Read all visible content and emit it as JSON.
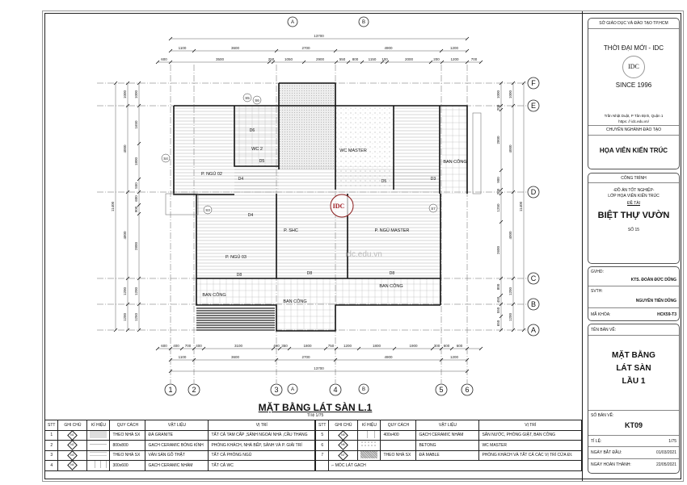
{
  "drawing": {
    "title": "MẶT BẰNG LÁT SÀN L.1",
    "scale": "Tỉ lệ 1/75",
    "axes_x": [
      "1",
      "2",
      "3",
      "4",
      "5",
      "6"
    ],
    "axes_y": [
      "F",
      "E",
      "D",
      "C",
      "B",
      "A"
    ],
    "sections": [
      "A",
      "B"
    ],
    "dims_top": {
      "total": "13700",
      "mid": [
        "1100",
        "3600",
        "2700",
        "4900",
        "1200"
      ],
      "detail": [
        "600",
        "3500",
        "250",
        "1050",
        "2900",
        "550",
        "800",
        "1150",
        "100",
        "2000",
        "200",
        "1200",
        "700"
      ]
    },
    "dims_bottom": {
      "total": "13700",
      "mid": [
        "1100",
        "3600",
        "2700",
        "4900",
        "1200"
      ],
      "detail": [
        "600",
        "400",
        "700",
        "400",
        "3100",
        "400",
        "350",
        "1800",
        "750",
        "1200",
        "1800",
        "1900",
        "300",
        "600",
        "600"
      ]
    },
    "dims_left": {
      "total": "11400",
      "mid": [
        "1000",
        "4000",
        "4800",
        "1200",
        "1200"
      ],
      "detail": [
        "1000",
        "1650",
        "1800",
        "550",
        "600",
        "900",
        "2800",
        "1200",
        "1250"
      ]
    },
    "dims_right": {
      "total": "11400",
      "mid": [
        "1000",
        "4000",
        "4000",
        "1200",
        "1200"
      ],
      "detail": [
        "1000",
        "200",
        "2800",
        "900",
        "200",
        "1250",
        "2600",
        "800",
        "450",
        "550",
        "650"
      ]
    },
    "rooms": [
      "P. NGỦ 02",
      "WC 2",
      "WC MASTER",
      "BAN CÔNG",
      "P. NGỦ 03",
      "P. SHC",
      "P. NGỦ MASTER",
      "BAN CÔNG",
      "BAN CÔNG",
      "BAN CÔNG"
    ],
    "doors": [
      "D4",
      "D5",
      "D6",
      "D5",
      "D3",
      "D4",
      "D8",
      "D8",
      "D8"
    ],
    "tags": [
      "S6",
      "S5",
      "S4",
      "S3",
      "S7"
    ],
    "watermark": "idc.edu.vn",
    "logo": "IDC"
  },
  "legend": {
    "headers": [
      "STT",
      "GHI CHÚ",
      "KÍ HIỆU",
      "QUY CÁCH",
      "VẬT LIỆU",
      "VỊ TRÍ"
    ],
    "rows": [
      {
        "stt": "1",
        "code": "N1",
        "spec": "THEO NHÀ SX",
        "material": "ĐÁ GRANITE",
        "location": "TẤT CẢ TAM CẤP ,SẢNH NGOÀI NHÀ ,CẦU THANG"
      },
      {
        "stt": "2",
        "code": "N2",
        "spec": "800x800",
        "material": "GẠCH CERAMIC BÓNG KÍNH",
        "location": "PHÒNG KHÁCH, NHÀ BẾP, SẢNH VÀ P. GIẢI TRÍ"
      },
      {
        "stt": "3",
        "code": "N3",
        "spec": "THEO NHÀ SX",
        "material": "VÁN SÀN GỖ THẬT",
        "location": "TẤT CẢ PHÒNG NGỦ"
      },
      {
        "stt": "4",
        "code": "N4",
        "spec": "300x600",
        "material": "GẠCH CERAMIC NHÁM",
        "location": "TẤT CẢ WC"
      },
      {
        "stt": "5",
        "code": "N5",
        "spec": "400x400",
        "material": "GẠCH CERAMIC NHÁM",
        "location": "SÂN NƯỚC, PHÒNG GIẶT, BAN CÔNG"
      },
      {
        "stt": "6",
        "code": "N6",
        "spec": "",
        "material": "BETONG",
        "location": "WC MASTER"
      },
      {
        "stt": "7",
        "code": "N7",
        "spec": "THEO NHÀ SX",
        "material": "ĐÁ MABLE",
        "location": "PHÒNG KHÁCH VÀ TẤT CẢ CÁC VỊ TRÍ CỬA ĐI."
      }
    ],
    "note": "MÓC LÁT GẠCH"
  },
  "title_block": {
    "dept": "SỞ GIÁO DỤC VÀ ĐÀO TẠO TP.HCM",
    "company": "THỜI ĐẠI MỚI - IDC",
    "logo": "IDC",
    "since": "SINCE 1996",
    "address": "Trần Nhật Duật, P Tân Định, Quận 1",
    "website": "https: // idc.edu.vn/",
    "program_label": "CHUYÊN NGHÀNH ĐÀO TẠO",
    "program": "HỌA VIÊN KIẾN TRÚC",
    "project_label": "CÔNG TRÌNH",
    "project_line1": "-ĐỒ ÁN TỐT NGHIỆP-",
    "project_line2": "LỚP HỌA VIÊN KIẾN TRÚC",
    "topic_label": "ĐỀ TÀI",
    "topic": "BIỆT THỰ VƯỜN",
    "number": "SỐ 15",
    "gvhd_label": "GVHD:",
    "gvhd": "KTS. ĐOÀN ĐỨC DŨNG",
    "svth_label": "SVTH:",
    "svth": "NGUYỄN TIẾN DŨNG",
    "course_label": "MÃ KHÓA:",
    "course": "HCK59-T3",
    "sheet_name_label": "TÊN BẢN VẼ:",
    "sheet_name": [
      "MẶT BẰNG",
      "LÁT SÀN",
      "LẦU 1"
    ],
    "sheet_no_label": "SỐ BẢN VẼ:",
    "sheet_no": "KT09",
    "scale_label": "TỈ LỆ:",
    "scale": "1/75",
    "start_label": "NGÀY BẮT ĐẦU:",
    "start": "01/03/2021",
    "end_label": "NGÀY HOÀN THÀNH:",
    "end": "22/05/2021"
  }
}
